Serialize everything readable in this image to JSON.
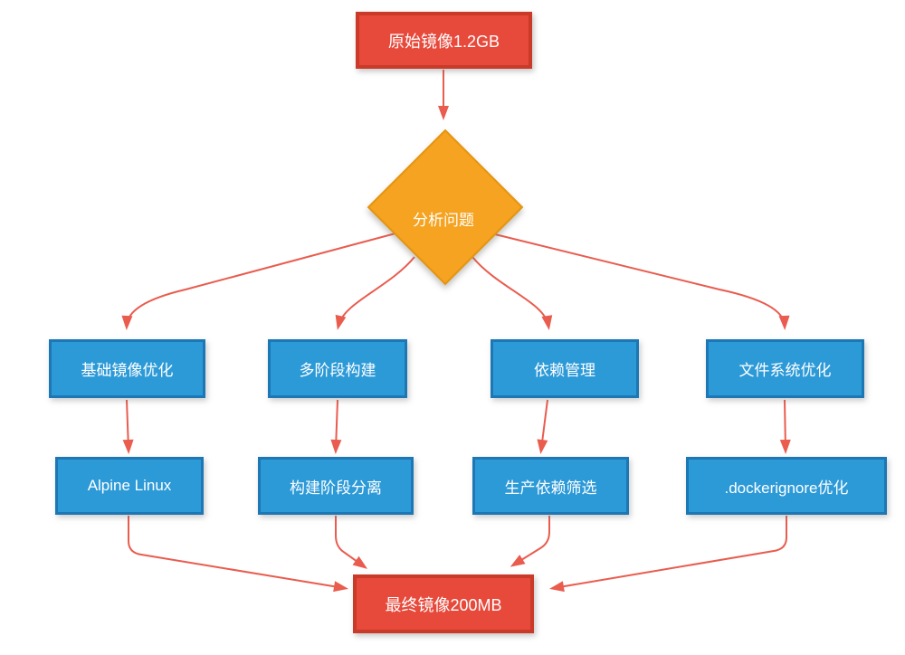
{
  "diagram": {
    "type": "flowchart",
    "nodes": {
      "start": {
        "label": "原始镜像1.2GB",
        "shape": "rectangle",
        "fill": "#e7493b"
      },
      "decision": {
        "label": "分析问题",
        "shape": "diamond",
        "fill": "#f5a320"
      },
      "branch1": {
        "label": "基础镜像优化",
        "shape": "rectangle",
        "fill": "#2d9ad8"
      },
      "branch2": {
        "label": "多阶段构建",
        "shape": "rectangle",
        "fill": "#2d9ad8"
      },
      "branch3": {
        "label": "依赖管理",
        "shape": "rectangle",
        "fill": "#2d9ad8"
      },
      "branch4": {
        "label": "文件系统优化",
        "shape": "rectangle",
        "fill": "#2d9ad8"
      },
      "detail1": {
        "label": "Alpine Linux",
        "shape": "rectangle",
        "fill": "#2d9ad8"
      },
      "detail2": {
        "label": "构建阶段分离",
        "shape": "rectangle",
        "fill": "#2d9ad8"
      },
      "detail3": {
        "label": "生产依赖筛选",
        "shape": "rectangle",
        "fill": "#2d9ad8"
      },
      "detail4": {
        "label": ".dockerignore优化",
        "shape": "rectangle",
        "fill": "#2d9ad8"
      },
      "end": {
        "label": "最终镜像200MB",
        "shape": "rectangle",
        "fill": "#e7493b"
      }
    },
    "edges": [
      {
        "from": "start",
        "to": "decision"
      },
      {
        "from": "decision",
        "to": "branch1"
      },
      {
        "from": "decision",
        "to": "branch2"
      },
      {
        "from": "decision",
        "to": "branch3"
      },
      {
        "from": "decision",
        "to": "branch4"
      },
      {
        "from": "branch1",
        "to": "detail1"
      },
      {
        "from": "branch2",
        "to": "detail2"
      },
      {
        "from": "branch3",
        "to": "detail3"
      },
      {
        "from": "branch4",
        "to": "detail4"
      },
      {
        "from": "detail1",
        "to": "end"
      },
      {
        "from": "detail2",
        "to": "end"
      },
      {
        "from": "detail3",
        "to": "end"
      },
      {
        "from": "detail4",
        "to": "end"
      }
    ],
    "colors": {
      "process_red_fill": "#e7493b",
      "process_red_border": "#c93a29",
      "decision_orange_fill": "#f5a320",
      "decision_orange_border": "#e5940f",
      "step_blue_fill": "#2d9ad8",
      "step_blue_border": "#1d77b4",
      "arrow": "#e95c4e",
      "text": "#ffffff",
      "background": "#ffffff"
    }
  }
}
